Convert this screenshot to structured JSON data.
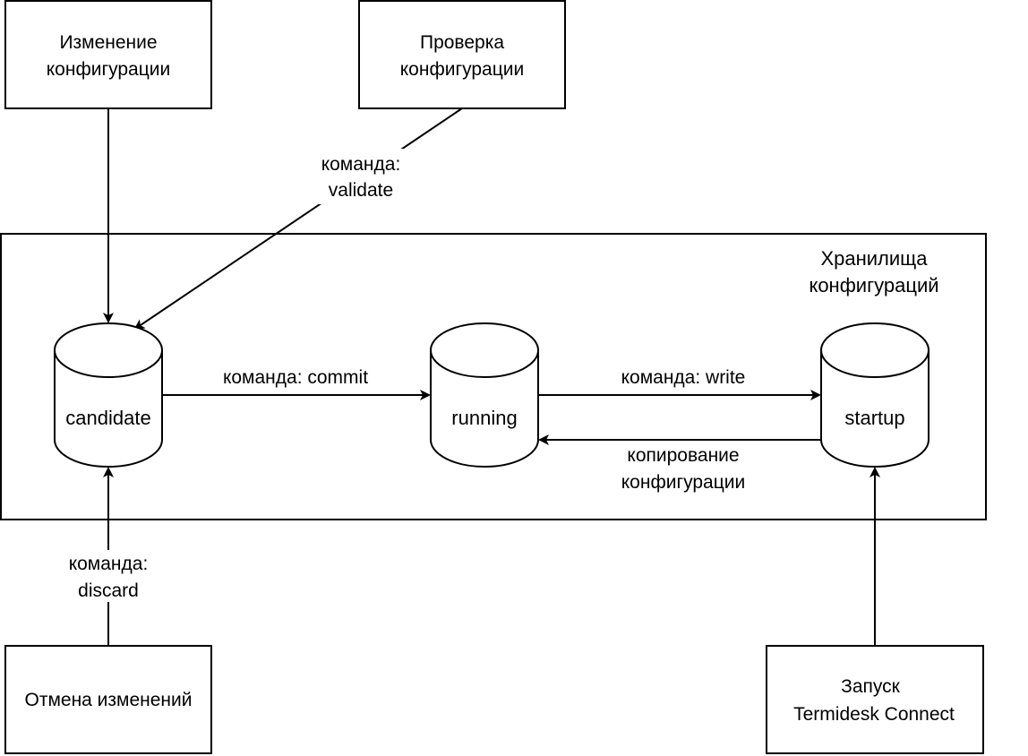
{
  "boxes": {
    "edit_config": [
      "Изменение",
      "конфигурации"
    ],
    "validate_config": [
      "Проверка",
      "конфигурации"
    ],
    "discard_changes": "Отмена изменений",
    "launch_connect": [
      "Запуск",
      "Termidesk Connect"
    ]
  },
  "storage": {
    "title": [
      "Хранилища",
      "конфигураций"
    ],
    "candidate": "candidate",
    "running": "running",
    "startup": "startup"
  },
  "edges": {
    "validate": [
      "команда:",
      "validate"
    ],
    "commit": "команда: commit",
    "write": "команда: write",
    "copy": [
      "копирование",
      "конфигурации"
    ],
    "discard": [
      "команда:",
      "discard"
    ]
  }
}
